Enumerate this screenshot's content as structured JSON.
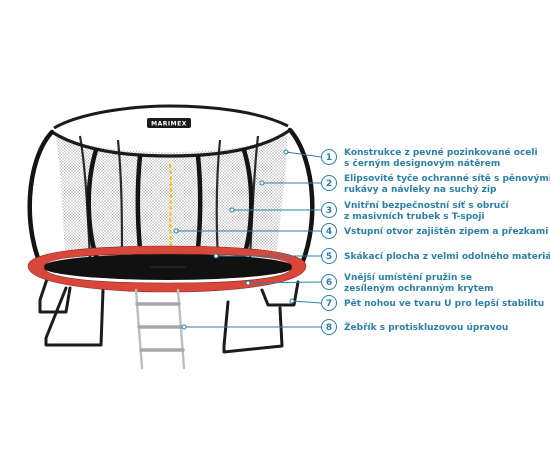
{
  "brand": "MARIMEX",
  "colors": {
    "accent": "#2c7fa8",
    "frame": "#1b1b1b",
    "pad": "#d9463a",
    "zipper": "#f2c21b",
    "mat": "#111111"
  },
  "callouts": [
    {
      "number": "1",
      "lines": [
        "Konstrukce z pevné pozinkované oceli",
        "s černým designovým nátěrem"
      ]
    },
    {
      "number": "2",
      "lines": [
        "Elipsovité tyče ochranné sítě s pěnovými",
        "rukávy a návleky na suchý zip"
      ]
    },
    {
      "number": "3",
      "lines": [
        "Vnitřní bezpečnostní síť s obručí",
        "z masivních trubek s T-spoji"
      ]
    },
    {
      "number": "4",
      "lines": [
        "Vstupní otvor zajištěn zipem a přezkami"
      ]
    },
    {
      "number": "5",
      "lines": [
        "Skákací plocha z velmi odolného materiálu"
      ]
    },
    {
      "number": "6",
      "lines": [
        "Vnější umístění pružin se",
        "zesíleným  ochranným krytem"
      ]
    },
    {
      "number": "7",
      "lines": [
        "Pět nohou ve tvaru U pro lepší stabilitu"
      ]
    },
    {
      "number": "8",
      "lines": [
        "Žebřík s protiskluzovou úpravou"
      ]
    }
  ]
}
